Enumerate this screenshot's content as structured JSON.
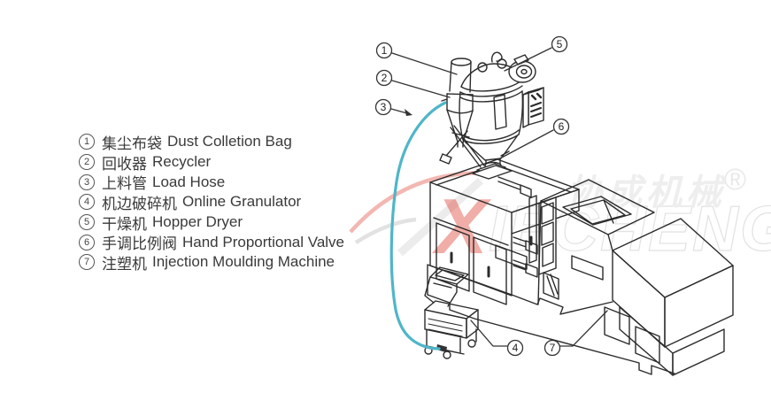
{
  "legend": {
    "items": [
      {
        "num": "1",
        "zh": "集尘布袋",
        "en": "Dust Colletion Bag"
      },
      {
        "num": "2",
        "zh": "回收器",
        "en": "Recycler"
      },
      {
        "num": "3",
        "zh": "上料管",
        "en": "Load Hose"
      },
      {
        "num": "4",
        "zh": "机边破碎机",
        "en": "Online Granulator"
      },
      {
        "num": "5",
        "zh": "干燥机",
        "en": "Hopper Dryer"
      },
      {
        "num": "6",
        "zh": "手调比例阀",
        "en": "Hand Proportional Valve"
      },
      {
        "num": "7",
        "zh": "注塑机",
        "en": "Injection Moulding Machine"
      }
    ]
  },
  "callouts": [
    {
      "num": "1"
    },
    {
      "num": "2"
    },
    {
      "num": "3"
    },
    {
      "num": "4"
    },
    {
      "num": "5"
    },
    {
      "num": "6"
    },
    {
      "num": "7"
    }
  ],
  "watermark": {
    "zh": "协成机械",
    "reg": "®",
    "en_initial": "X",
    "en_rest": "IECHENG"
  },
  "colors": {
    "line": "#2b2b2b",
    "hose": "#4fb6c9",
    "watermark_red": "#e04a3c",
    "watermark_gray": "#ededed",
    "text": "#3a3a3a"
  }
}
